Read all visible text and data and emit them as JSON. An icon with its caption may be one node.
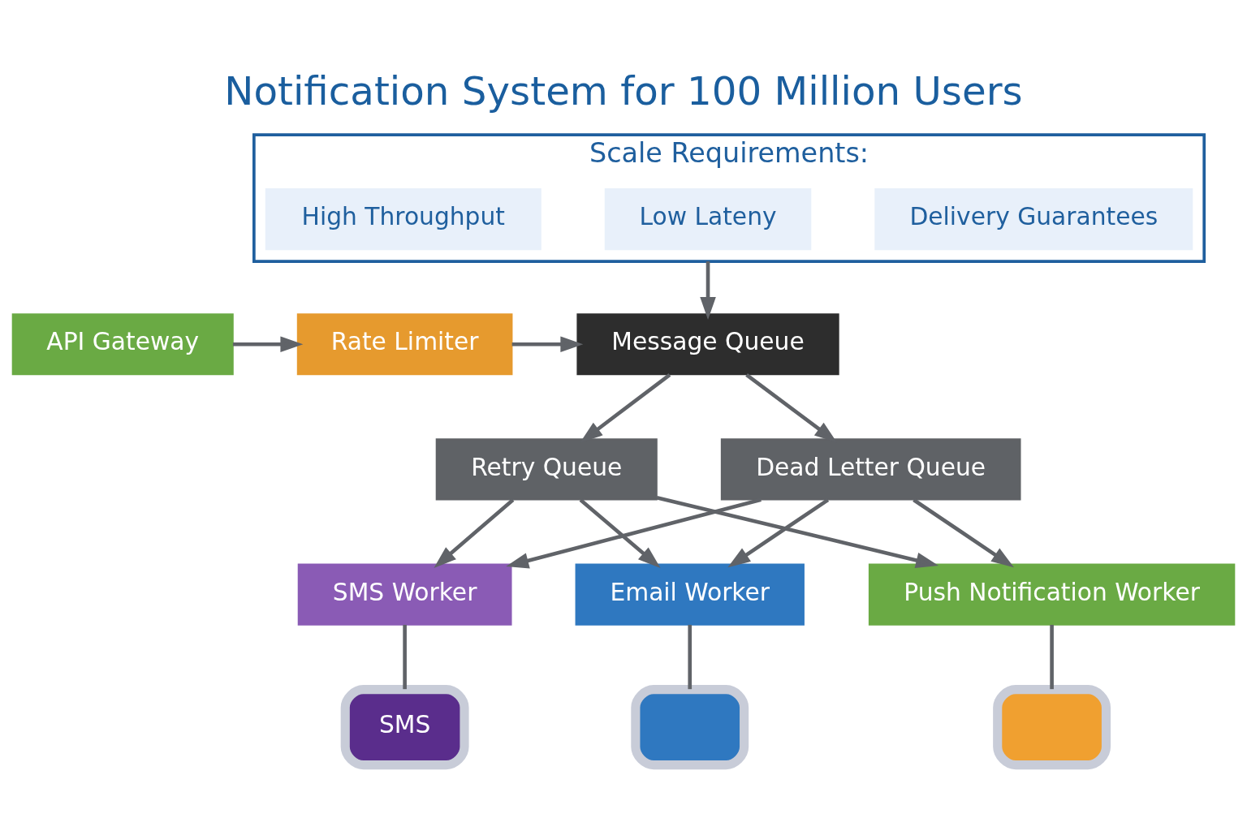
{
  "diagram": {
    "title": "Notification System for 100 Million Users",
    "nodes": [
      {
        "text": [
          "Scale Requirements:"
        ]
      },
      {
        "text": [
          "High Throughput"
        ],
        "in": 0
      },
      {
        "text": [
          "Low Lateny"
        ],
        "in": 0
      },
      {
        "text": [
          "Delivery Guarantees"
        ],
        "in": 0
      },
      {
        "text": [
          "API Gateway"
        ]
      },
      {
        "text": [
          "Rate Limiter"
        ]
      },
      {
        "text": [
          "Message Queue"
        ]
      },
      {
        "text": [
          "Retry Queue"
        ]
      },
      {
        "text": [
          "Dead Letter Queue"
        ]
      },
      {
        "text": [
          "SMS Worker"
        ]
      },
      {
        "text": [
          "Email Worker"
        ]
      },
      {
        "text": [
          "Push Notification Worker"
        ]
      },
      {
        "text": [
          "SMS"
        ]
      },
      {
        "text": [],
        "shape": "box"
      },
      {
        "text": [],
        "shape": "box"
      }
    ],
    "edges": [
      {
        "from": 0,
        "to": 6,
        "arrow": "to"
      },
      {
        "from": 4,
        "to": 5,
        "arrow": "to"
      },
      {
        "from": 5,
        "to": 6,
        "arrow": "to"
      },
      {
        "from": 6,
        "to": 7,
        "arrow": "to"
      },
      {
        "from": 6,
        "to": 8,
        "arrow": "to"
      },
      {
        "from": 7,
        "to": 9,
        "arrow": "to"
      },
      {
        "from": 7,
        "to": 10,
        "arrow": "to"
      },
      {
        "from": 7,
        "to": 11,
        "arrow": "to"
      },
      {
        "from": 8,
        "to": 9,
        "arrow": "to"
      },
      {
        "from": 8,
        "to": 10,
        "arrow": "to"
      },
      {
        "from": 8,
        "to": 11,
        "arrow": "to"
      },
      {
        "from": 9,
        "to": 12,
        "arrow": "none"
      },
      {
        "from": 10,
        "to": 13,
        "arrow": "none"
      },
      {
        "from": 11,
        "to": 14,
        "arrow": "none"
      }
    ]
  }
}
